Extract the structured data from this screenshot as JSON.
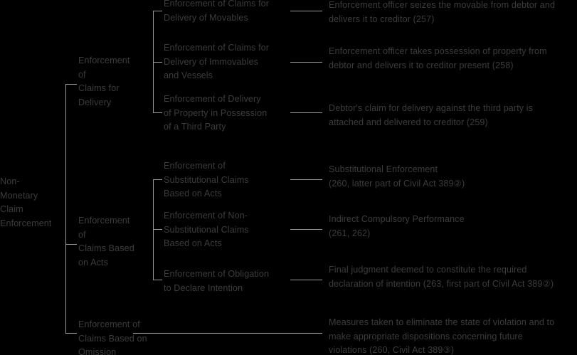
{
  "diagram": {
    "title": "Non-Monetary Claim Enforcement",
    "root": {
      "label": "Non-\nMonetary\nClaim\nEnforcement"
    },
    "branches": [
      {
        "label": "Enforcement\nof\nClaims for\nDelivery",
        "children": [
          {
            "label": "Enforcement of Claims for\nDelivery of Movables",
            "outcome": "Enforcement officer seizes the movable from debtor and\ndelivers it to creditor (257)"
          },
          {
            "label": "Enforcement of Claims for\nDelivery of Immovables\nand Vessels",
            "outcome": "Enforcement officer takes possession of property from\ndebtor and delivers it to creditor present (258)"
          },
          {
            "label": "Enforcement of Delivery\nof Property in Possession\nof a Third Party",
            "outcome": "Debtor's claim for delivery against the third party is\nattached and delivered to creditor (259)"
          }
        ]
      },
      {
        "label": "Enforcement\nof\nClaims Based\non Acts",
        "children": [
          {
            "label": "Enforcement of\nSubstitutional Claims\nBased on Acts",
            "outcome": "Substitutional Enforcement\n(260, latter part of Civil Act 389②)"
          },
          {
            "label": "Enforcement of Non-\nSubstitutional Claims\nBased on Acts",
            "outcome": "Indirect Compulsory Performance\n(261, 262)"
          },
          {
            "label": "Enforcement of Obligation\nto Declare Intention",
            "outcome": "Final judgment deemed to constitute the required\ndeclaration of intention (263, first part of Civil Act 389②)"
          }
        ]
      },
      {
        "label": "Enforcement of\nClaims Based on\nOmission",
        "children": [],
        "outcome": "Measures taken to eliminate the state of violation and to\nmake appropriate dispositions concerning future\nviolations (260, Civil Act 389③)"
      }
    ],
    "colors": {
      "background": "#000000",
      "text": "#3c3c3c",
      "line": "#9a9a9a"
    }
  }
}
